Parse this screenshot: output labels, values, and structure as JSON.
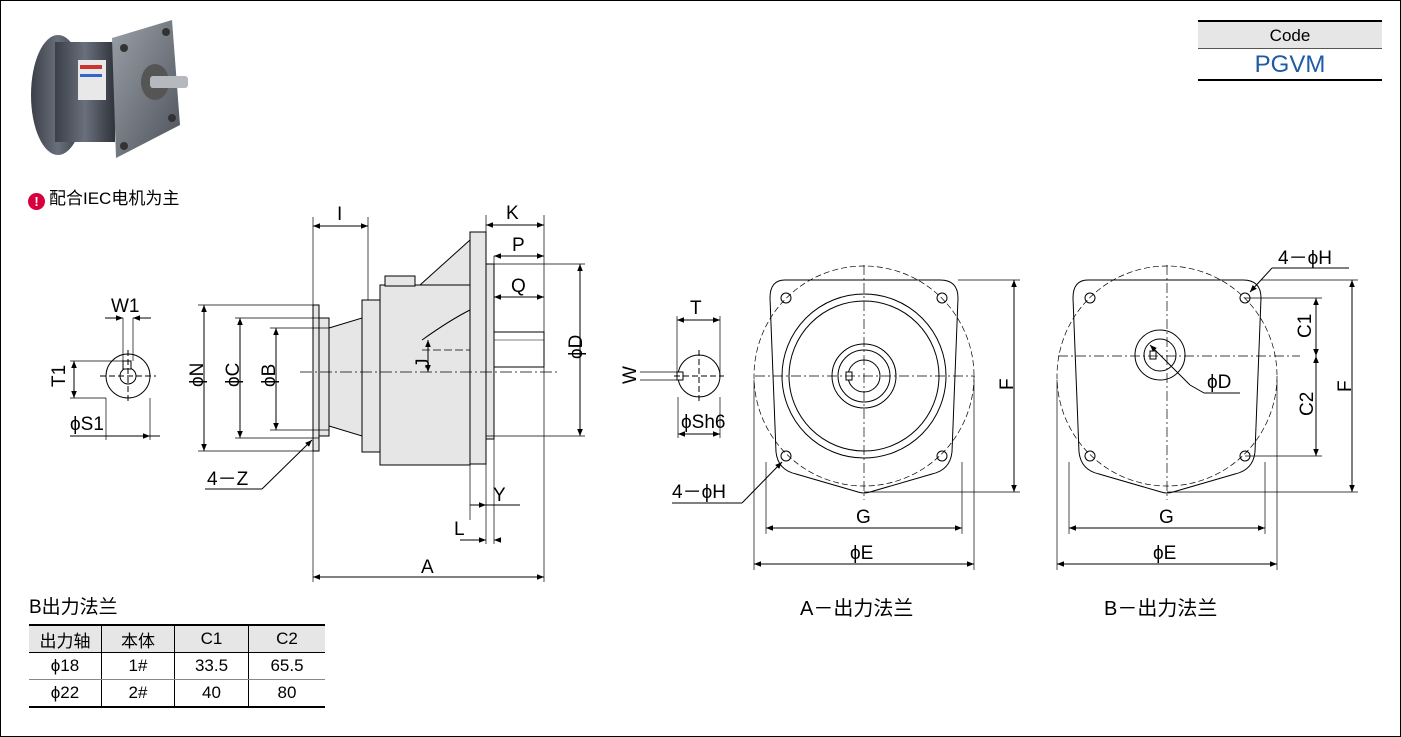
{
  "code_box": {
    "label": "Code",
    "value": "PGVM"
  },
  "note": {
    "icon": "!",
    "text": "配合IEC电机为主"
  },
  "captions": {
    "flange_a": "A－出力法兰",
    "flange_b": "B－出力法兰"
  },
  "dims": {
    "W1": "W1",
    "T1": "T1",
    "S1": "ϕS1",
    "N": "ϕN",
    "C": "ϕC",
    "B": "ϕB",
    "Z": "4－Z",
    "I": "I",
    "K": "K",
    "P": "P",
    "Q": "Q",
    "J": "J",
    "D": "ϕD",
    "Y": "Y",
    "L": "L",
    "A": "A",
    "T": "T",
    "W": "W",
    "Sh6": "ϕSh6",
    "F": "F",
    "G": "G",
    "E": "ϕE",
    "H": "4－ϕH",
    "C1": "C1",
    "C2": "C2",
    "Dphi": "ϕD"
  },
  "table": {
    "title": "B出力法兰",
    "headers": [
      "出力轴",
      "本体",
      "C1",
      "C2"
    ],
    "rows": [
      [
        "ϕ18",
        "1#",
        "33.5",
        "65.5"
      ],
      [
        "ϕ22",
        "2#",
        "40",
        "80"
      ]
    ]
  },
  "colors": {
    "code_value": "#1f5aa6",
    "note_icon": "#d8003c",
    "housing": "#e6e6e6",
    "photo_body": "#4a4f5a"
  }
}
